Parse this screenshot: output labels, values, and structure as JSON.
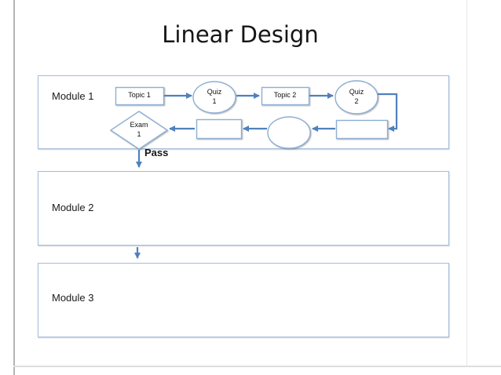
{
  "title": "Linear Design",
  "colors": {
    "arrow_blue": "#4f81bd",
    "shape_border_blue": "#8fafd3",
    "module_border_blue": "#a4bdd8",
    "frame_gray": "#b4b4b4",
    "text_black": "#1a1a1a"
  },
  "modules": [
    {
      "label": "Module 1"
    },
    {
      "label": "Module 2"
    },
    {
      "label": "Module 3"
    }
  ],
  "flow": {
    "topic1_label": "Topic 1",
    "quiz1_line1": "Quiz",
    "quiz1_line2": "1",
    "topic2_label": "Topic 2",
    "quiz2_line1": "Quiz",
    "quiz2_line2": "2",
    "exam_line1": "Exam",
    "exam_line2": "1",
    "pass_label": "Pass"
  }
}
